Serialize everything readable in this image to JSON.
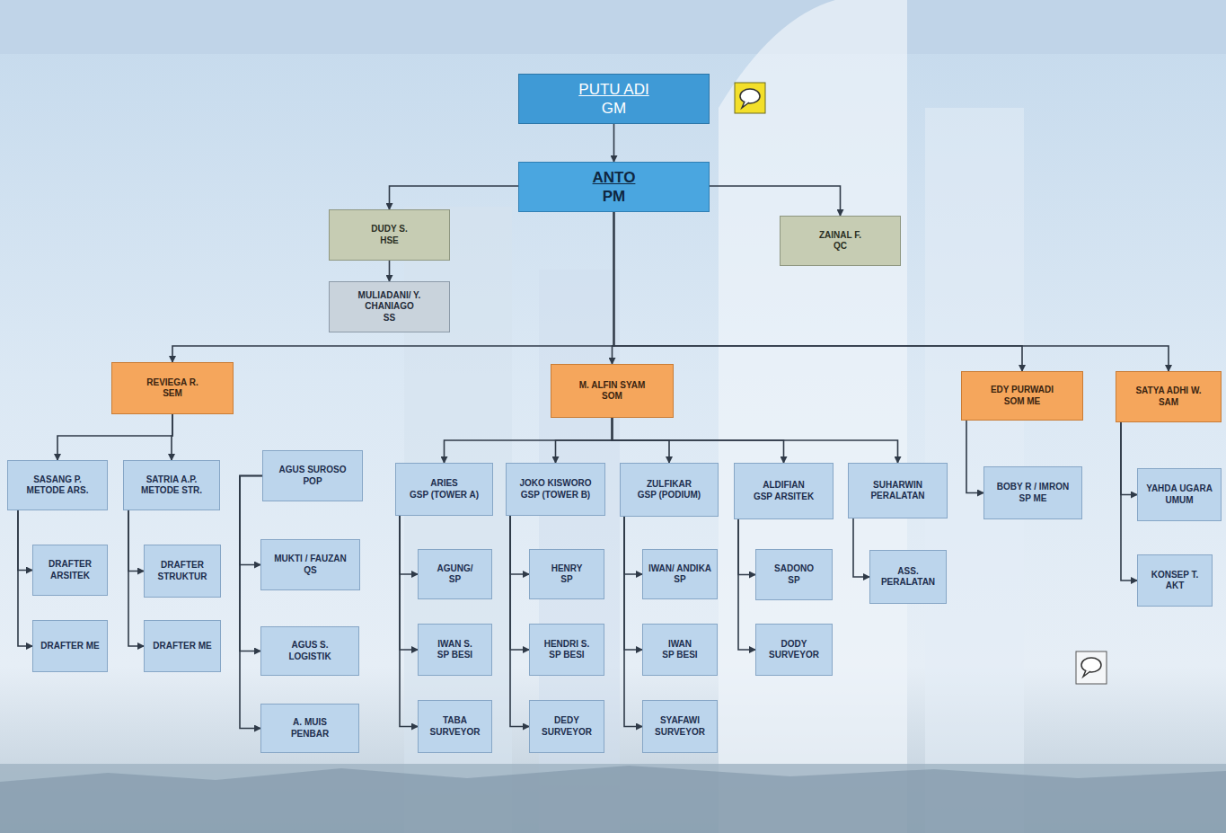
{
  "diagram": {
    "nodes": [
      {
        "text": [
          "PUTU ADI",
          "GM"
        ]
      },
      {
        "text": [
          "ANTO",
          "PM"
        ]
      },
      {
        "text": [
          "DUDY S.",
          "HSE"
        ]
      },
      {
        "text": [
          "ZAINAL F.",
          "QC"
        ]
      },
      {
        "text": [
          "MULIADANI/ Y. CHANIAGO",
          "SS"
        ]
      },
      {
        "text": [
          "REVIEGA R.",
          "SEM"
        ]
      },
      {
        "text": [
          "M. ALFIN SYAM",
          "SOM"
        ]
      },
      {
        "text": [
          "EDY PURWADI",
          "SOM ME"
        ]
      },
      {
        "text": [
          "SATYA ADHI W.",
          "SAM"
        ]
      },
      {
        "text": [
          "SASANG P.",
          "METODE ARS."
        ]
      },
      {
        "text": [
          "SATRIA A.P.",
          "METODE STR."
        ]
      },
      {
        "text": [
          "AGUS SUROSO",
          "POP"
        ]
      },
      {
        "text": [
          "MUKTI / FAUZAN",
          "QS"
        ]
      },
      {
        "text": [
          "AGUS S.",
          "LOGISTIK"
        ]
      },
      {
        "text": [
          "A. MUIS",
          "PENBAR"
        ]
      },
      {
        "text": [
          "DRAFTER ARSITEK"
        ]
      },
      {
        "text": [
          "DRAFTER ME"
        ]
      },
      {
        "text": [
          "DRAFTER STRUKTUR"
        ]
      },
      {
        "text": [
          "DRAFTER ME"
        ]
      },
      {
        "text": [
          "ARIES",
          "GSP (TOWER A)"
        ]
      },
      {
        "text": [
          "JOKO KISWORO",
          "GSP (TOWER B)"
        ]
      },
      {
        "text": [
          "ZULFIKAR",
          "GSP (PODIUM)"
        ]
      },
      {
        "text": [
          "ALDIFIAN",
          "GSP ARSITEK"
        ]
      },
      {
        "text": [
          "SUHARWIN",
          "PERALATAN"
        ]
      },
      {
        "text": [
          "BOBY R / IMRON",
          "SP ME"
        ]
      },
      {
        "text": [
          "YAHDA UGARA",
          "UMUM"
        ]
      },
      {
        "text": [
          "KONSEP T.",
          "AKT"
        ]
      },
      {
        "text": [
          "AGUNG/",
          "SP"
        ]
      },
      {
        "text": [
          "IWAN S.",
          "SP BESI"
        ]
      },
      {
        "text": [
          "TABA",
          "SURVEYOR"
        ]
      },
      {
        "text": [
          "HENRY",
          "SP"
        ]
      },
      {
        "text": [
          "HENDRI S.",
          "SP BESI"
        ]
      },
      {
        "text": [
          "DEDY",
          "SURVEYOR"
        ]
      },
      {
        "text": [
          "IWAN/ ANDIKA",
          "SP"
        ]
      },
      {
        "text": [
          "IWAN",
          "SP BESI"
        ]
      },
      {
        "text": [
          "SYAFAWI",
          "SURVEYOR"
        ]
      },
      {
        "text": [
          "SADONO",
          "SP"
        ]
      },
      {
        "text": [
          "DODY",
          "SURVEYOR"
        ]
      },
      {
        "text": [
          "ASS. PERALATAN"
        ]
      }
    ],
    "edges": [
      {
        "from": 0,
        "to": 1,
        "arrow": "to"
      },
      {
        "from": 1,
        "to": 2,
        "arrow": "to"
      },
      {
        "from": 1,
        "to": 3,
        "arrow": "to"
      },
      {
        "from": 2,
        "to": 4,
        "arrow": "to"
      },
      {
        "from": 1,
        "to": 5,
        "arrow": "to"
      },
      {
        "from": 1,
        "to": 6,
        "arrow": "to"
      },
      {
        "from": 1,
        "to": 7,
        "arrow": "to"
      },
      {
        "from": 1,
        "to": 8,
        "arrow": "to"
      },
      {
        "from": 5,
        "to": 9,
        "arrow": "to"
      },
      {
        "from": 5,
        "to": 10,
        "arrow": "to"
      },
      {
        "from": 11,
        "to": 12,
        "arrow": "to"
      },
      {
        "from": 11,
        "to": 13,
        "arrow": "to"
      },
      {
        "from": 11,
        "to": 14,
        "arrow": "to"
      },
      {
        "from": 9,
        "to": 15,
        "arrow": "to"
      },
      {
        "from": 9,
        "to": 16,
        "arrow": "to"
      },
      {
        "from": 10,
        "to": 17,
        "arrow": "to"
      },
      {
        "from": 10,
        "to": 18,
        "arrow": "to"
      },
      {
        "from": 6,
        "to": 19,
        "arrow": "to"
      },
      {
        "from": 6,
        "to": 20,
        "arrow": "to"
      },
      {
        "from": 6,
        "to": 21,
        "arrow": "to"
      },
      {
        "from": 6,
        "to": 22,
        "arrow": "to"
      },
      {
        "from": 6,
        "to": 23,
        "arrow": "to"
      },
      {
        "from": 19,
        "to": 27,
        "arrow": "to"
      },
      {
        "from": 19,
        "to": 28,
        "arrow": "to"
      },
      {
        "from": 19,
        "to": 29,
        "arrow": "to"
      },
      {
        "from": 20,
        "to": 30,
        "arrow": "to"
      },
      {
        "from": 20,
        "to": 31,
        "arrow": "to"
      },
      {
        "from": 20,
        "to": 32,
        "arrow": "to"
      },
      {
        "from": 21,
        "to": 33,
        "arrow": "to"
      },
      {
        "from": 21,
        "to": 34,
        "arrow": "to"
      },
      {
        "from": 21,
        "to": 35,
        "arrow": "to"
      },
      {
        "from": 22,
        "to": 36,
        "arrow": "to"
      },
      {
        "from": 22,
        "to": 37,
        "arrow": "to"
      },
      {
        "from": 23,
        "to": 38,
        "arrow": "to"
      },
      {
        "from": 7,
        "to": 24,
        "arrow": "to"
      },
      {
        "from": 8,
        "to": 25,
        "arrow": "to"
      },
      {
        "from": 8,
        "to": 26,
        "arrow": "to"
      }
    ]
  }
}
